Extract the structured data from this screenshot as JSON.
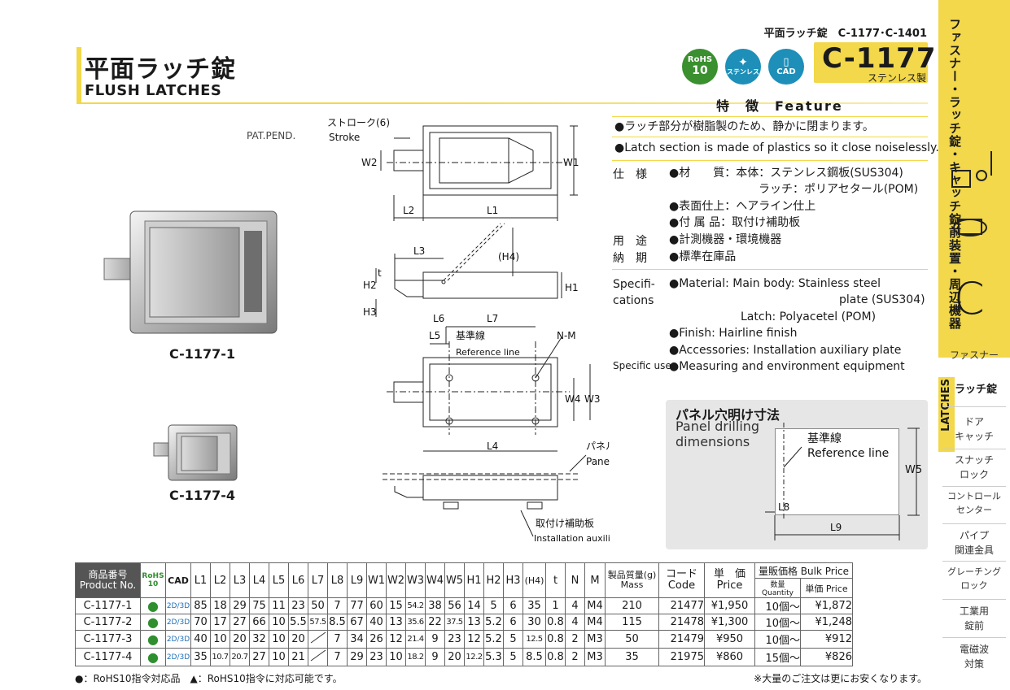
{
  "header": {
    "top_ref": "平面ラッチ錠　C-1177･C-1401",
    "title_jp": "平面ラッチ錠",
    "title_en": "FLUSH  LATCHES",
    "badges": {
      "rohs_top": "RoHS",
      "rohs_bottom": "10",
      "stainless": "ステンレス",
      "cad": "CAD"
    },
    "model_code": "C-1177",
    "model_material": "ステンレス製"
  },
  "sidebar": {
    "vertical_title": "ファスナー・ラッチ錠・キャッチ錠前装置・周辺機器",
    "big_letter": "C",
    "section": "ファスナー",
    "latches_label": "LATCHES",
    "active_item": "ラッチ錠",
    "items": [
      "ドア\nキャッチ",
      "スナッチ\nロック",
      "コントロール\nセンター",
      "パイプ\n関連金具",
      "グレーチング\nロック",
      "工業用\n錠前",
      "電磁波\n対策"
    ]
  },
  "photos": {
    "pat": "PAT.PEND.",
    "cap1": "C-1177-1",
    "cap2": "C-1177-4"
  },
  "drawing": {
    "stroke_jp": "ストローク(6)",
    "stroke_en": "Stroke",
    "ref_jp": "基準線",
    "ref_en": "Reference line",
    "nm": "N-M",
    "panel_jp": "パネル",
    "panel_en": "Panel",
    "plate_jp": "取付け補助板",
    "plate_en": "Installation auxiliary plate",
    "labels": {
      "W1": "W1",
      "W2": "W2",
      "W3": "W3",
      "W4": "W4",
      "L1": "L1",
      "L2": "L2",
      "L3": "L3",
      "L4": "L4",
      "L5": "L5",
      "L6": "L6",
      "L7": "L7",
      "H1": "H1",
      "H2": "H2",
      "H3": "H3",
      "H4": "(H4)",
      "t": "t"
    }
  },
  "feature": {
    "head": "特　徴　Feature",
    "jp": "●ラッチ部分が樹脂製のため、静かに閉まります。",
    "en": "●Latch section is made of plastics so it close noiselessly.",
    "spec_jp_label": "仕　様",
    "spec_jp_1": "●材　　質：本体：ステンレス鋼板(SUS304)",
    "spec_jp_2": "ラッチ：ポリアセタール(POM)",
    "spec_jp_3": "●表面仕上：ヘアライン仕上",
    "spec_jp_4": "●付 属 品：取付け補助板",
    "use_label": "用　途",
    "use_text": "●計測機器・環境機器",
    "delivery_label": "納　期",
    "delivery_text": "●標準在庫品",
    "spec_en_label": "Specifi-\ncations",
    "spec_en_1": "●Material: Main body: Stainless steel",
    "spec_en_2": "plate (SUS304)",
    "spec_en_3": "Latch: Polyacetel (POM)",
    "spec_en_4": "●Finish: Hairline finish",
    "spec_en_5": "●Accessories: Installation auxiliary plate",
    "use_en_label": "Specific use",
    "use_en_text": "●Measuring and environment equipment"
  },
  "panel": {
    "title_jp": "パネル穴明け寸法",
    "title_en": "Panel drilling\ndimensions",
    "ref_jp": "基準線",
    "ref_en": "Reference line",
    "W5": "W5",
    "L8": "L8",
    "L9": "L9"
  },
  "table": {
    "headers": [
      "商品番号\nProduct No.",
      "RoHS\n10",
      "CAD",
      "L1",
      "L2",
      "L3",
      "L4",
      "L5",
      "L6",
      "L7",
      "L8",
      "L9",
      "W1",
      "W2",
      "W3",
      "W4",
      "W5",
      "H1",
      "H2",
      "H3",
      "(H4)",
      "t",
      "N",
      "M",
      "製品質量(g)\nMass",
      "コード\nCode",
      "単　価\nPrice",
      "量販価格 Bulk Price"
    ],
    "bulk_sub": [
      "数量 Quantity",
      "単価 Price"
    ],
    "rows": [
      [
        "C-1177-1",
        "●",
        "2D/3D",
        "85",
        "18",
        "29",
        "75",
        "11",
        "23",
        "50",
        "7",
        "77",
        "60",
        "15",
        "54.2",
        "38",
        "56",
        "14",
        "5",
        "6",
        "35",
        "1",
        "4",
        "M4",
        "210",
        "21477",
        "¥1,950",
        "10個～",
        "¥1,872"
      ],
      [
        "C-1177-2",
        "●",
        "2D/3D",
        "70",
        "17",
        "27",
        "66",
        "10",
        "5.5",
        "57.5",
        "8.5",
        "67",
        "40",
        "13",
        "35.6",
        "22",
        "37.5",
        "13",
        "5.2",
        "6",
        "30",
        "0.8",
        "4",
        "M4",
        "115",
        "21478",
        "¥1,300",
        "10個～",
        "¥1,248"
      ],
      [
        "C-1177-3",
        "●",
        "2D/3D",
        "40",
        "10",
        "20",
        "32",
        "10",
        "20",
        "",
        "7",
        "34",
        "26",
        "12",
        "21.4",
        "9",
        "23",
        "12",
        "5.2",
        "5",
        "12.5",
        "0.8",
        "2",
        "M3",
        "50",
        "21479",
        "¥950",
        "10個～",
        "¥912"
      ],
      [
        "C-1177-4",
        "●",
        "2D/3D",
        "35",
        "10.7",
        "20.7",
        "27",
        "10",
        "21",
        "",
        "7",
        "29",
        "23",
        "10",
        "18.2",
        "9",
        "20",
        "12.2",
        "5.3",
        "5",
        "8.5",
        "0.8",
        "2",
        "M3",
        "35",
        "21975",
        "¥860",
        "15個～",
        "¥826"
      ]
    ]
  },
  "footer": {
    "left": "●：RoHS10指令対応品　▲：RoHS10指令に対応可能です。",
    "right": "※大量のご注文は更にお安くなります。"
  }
}
